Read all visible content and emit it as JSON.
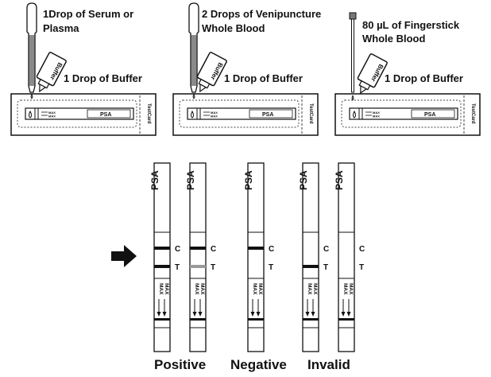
{
  "instructions": {
    "panels": [
      {
        "sample_label_line1": "1Drop of Serum or",
        "sample_label_line2": "Plasma",
        "buffer_label": "1 Drop of Buffer",
        "dropper": "pipette"
      },
      {
        "sample_label_line1": "2 Drops of Venipuncture",
        "sample_label_line2": "Whole Blood",
        "buffer_label": "1 Drop of Buffer",
        "dropper": "pipette"
      },
      {
        "sample_label_line1": "80 µL of Fingerstick",
        "sample_label_line2": "Whole Blood",
        "buffer_label": "1 Drop of Buffer",
        "dropper": "capillary"
      }
    ],
    "bottle_label": "Buffer",
    "cassette": {
      "window_label": "PSA",
      "max_label": "MAX",
      "brand_label": "TestCard"
    }
  },
  "results": {
    "strip_title": "PSA",
    "control_label": "C",
    "test_label": "T",
    "max_label": "MAX",
    "arrow_icon": "right-arrow-icon",
    "strips": [
      {
        "control_line": "strong",
        "test_line": "strong"
      },
      {
        "control_line": "strong",
        "test_line": "faint"
      },
      {
        "control_line": "strong",
        "test_line": "none"
      },
      {
        "control_line": "none",
        "test_line": "strong"
      },
      {
        "control_line": "none",
        "test_line": "none"
      }
    ],
    "groups": [
      {
        "label": "Positive"
      },
      {
        "label": "Negative"
      },
      {
        "label": "Invalid"
      }
    ],
    "colors": {
      "line_strong": "#111111",
      "line_faint": "#9a9a9a"
    }
  }
}
